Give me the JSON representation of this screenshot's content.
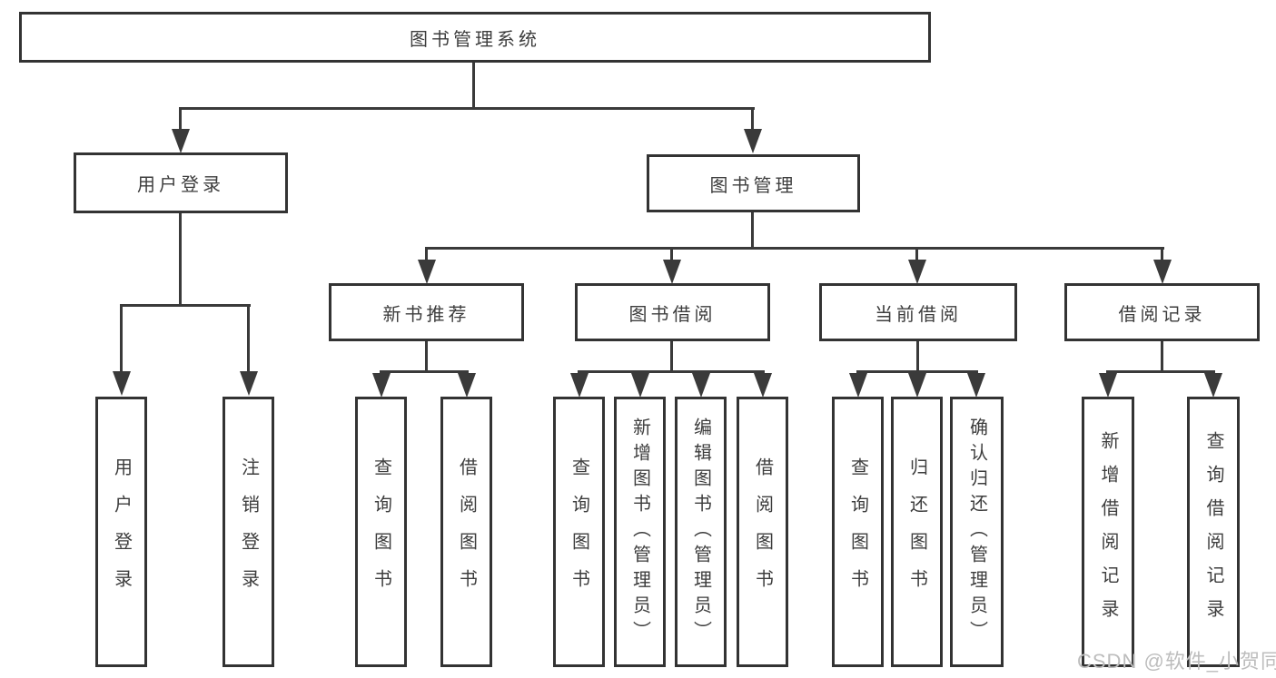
{
  "nodes": {
    "root": "图书管理系统",
    "user": {
      "label": "用户登录",
      "children": [
        "用户登录",
        "注销登录"
      ]
    },
    "book": {
      "label": "图书管理",
      "groups": [
        {
          "label": "新书推荐",
          "children": [
            "查询图书",
            "借阅图书"
          ]
        },
        {
          "label": "图书借阅",
          "children": [
            "查询图书",
            "新增图书（管理员）",
            "编辑图书（管理员）",
            "借阅图书"
          ]
        },
        {
          "label": "当前借阅",
          "children": [
            "查询图书",
            "归还图书",
            "确认归还（管理员）"
          ]
        },
        {
          "label": "借阅记录",
          "children": [
            "新增借阅记录",
            "查询借阅记录"
          ]
        }
      ]
    }
  },
  "watermark": "CSDN @软件_小贺同学",
  "colors": {
    "background": "#ffffff",
    "box_border": "#333333",
    "connector": "#3a3a3a",
    "text": "#3d3d3d",
    "watermark": "#bdbdbd"
  }
}
